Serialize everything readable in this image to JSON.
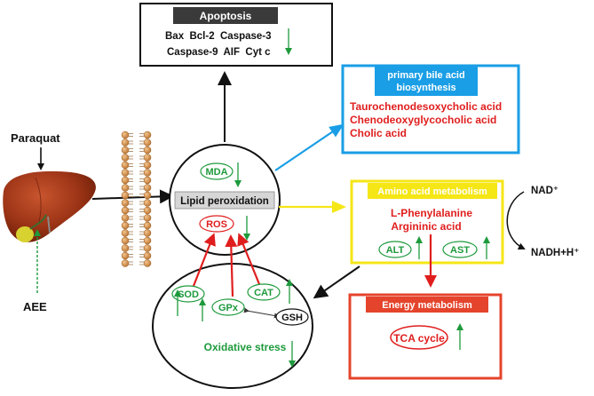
{
  "left": {
    "paraquat": "Paraquat",
    "aee": "AEE"
  },
  "apoptosis": {
    "title": "Apoptosis",
    "line1": "Bax  Bcl-2  Caspase-3",
    "line2": "Caspase-9  AIF  Cyt c"
  },
  "bile": {
    "title_line1": "primary bile acid",
    "title_line2": "biosynthesis",
    "items": [
      "Taurochenodesoxycholic acid",
      "Chenodeoxyglycocholic acid",
      "Cholic acid"
    ]
  },
  "lipid": {
    "mda": "MDA",
    "label": "Lipid peroxidation",
    "ros": "ROS"
  },
  "amino": {
    "title": "Amino acid metabolism",
    "items": [
      "L-Phenylalanine",
      "Argininic acid"
    ],
    "alt": "ALT",
    "ast": "AST"
  },
  "nad": {
    "top": "NAD⁺",
    "bottom": "NADH+H⁺"
  },
  "oxidative": {
    "sod": "SOD",
    "gpx": "GPx",
    "cat": "CAT",
    "gsh": "GSH",
    "label": "Oxidative stress"
  },
  "energy": {
    "title": "Energy metabolism",
    "tca": "TCA cycle"
  },
  "colors": {
    "green": "#1e9a3c",
    "red": "#e01e1e",
    "blue": "#1a9ee6",
    "yellow": "#f5e616",
    "title_bar_dark": "#3a3a3a",
    "energy_red": "#e4442c"
  }
}
